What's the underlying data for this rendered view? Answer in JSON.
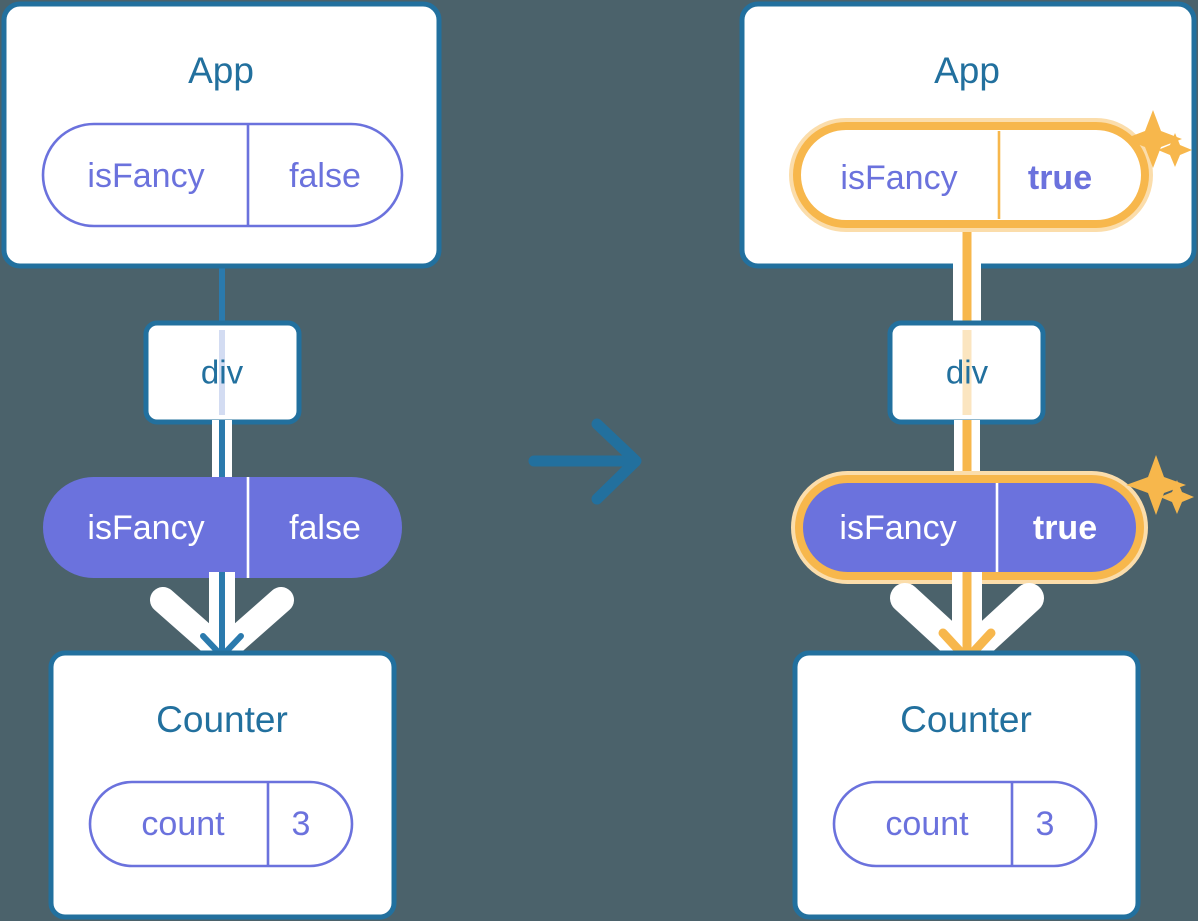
{
  "diagram": {
    "title_left": "App",
    "title_right": "App",
    "transition_arrow": "right-arrow-icon",
    "background_color": "#4b626b",
    "accent_blue": "#22709e",
    "accent_purple": "#6b72dd",
    "accent_orange": "#f7b74c",
    "accent_orange_glow": "#fbddab"
  },
  "left": {
    "app_box": {
      "label": "App"
    },
    "app_state": {
      "key": "isFancy",
      "value": "false",
      "highlighted": false,
      "filled": false
    },
    "div_node": {
      "label": "div"
    },
    "prop_pill": {
      "key": "isFancy",
      "value": "false",
      "highlighted": false,
      "filled": true
    },
    "counter_box": {
      "label": "Counter"
    },
    "counter_state": {
      "key": "count",
      "value": "3",
      "highlighted": false,
      "filled": false
    }
  },
  "right": {
    "app_box": {
      "label": "App"
    },
    "app_state": {
      "key": "isFancy",
      "value": "true",
      "highlighted": true,
      "filled": false
    },
    "div_node": {
      "label": "div"
    },
    "prop_pill": {
      "key": "isFancy",
      "value": "true",
      "highlighted": true,
      "filled": true
    },
    "counter_box": {
      "label": "Counter"
    },
    "counter_state": {
      "key": "count",
      "value": "3",
      "highlighted": false,
      "filled": false
    },
    "sparkles": [
      "sparkle-large",
      "sparkle-small"
    ]
  }
}
